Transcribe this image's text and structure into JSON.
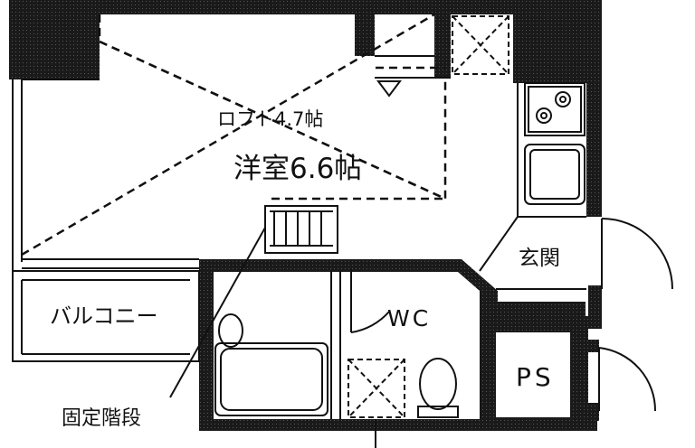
{
  "rooms": {
    "loft": "ロフト4.7帖",
    "western_room": "洋室6.6帖",
    "entrance": "玄関",
    "balcony": "バルコニー",
    "wc": "WC",
    "ps": "PS",
    "fixed_stairs": "固定階段"
  },
  "colors": {
    "line": "#111111",
    "wall_fill": "#1a1a1a",
    "background": "#ffffff"
  }
}
